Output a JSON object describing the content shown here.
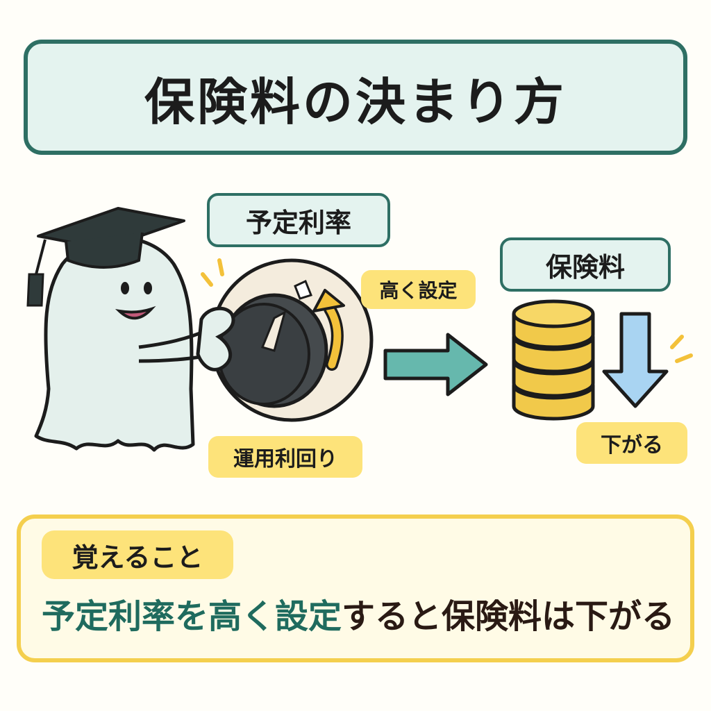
{
  "title": "保険料の決まり方",
  "labels": {
    "yotei_riritsu": "予定利率",
    "hokenryo": "保険料",
    "takaku_settei": "高く設定",
    "unyo_rimawari": "運用利回り",
    "sagaru": "下がる"
  },
  "memo": {
    "heading": "覚えること",
    "accent_text": "予定利率を高く設定",
    "rest_text": "すると保険料は下がる"
  },
  "icons": [
    "ghost-graduate",
    "dial-knob",
    "rising-arrow",
    "right-arrow",
    "coin-stack",
    "down-arrow",
    "sparkle"
  ],
  "colors": {
    "teal_dark": "#2e6f64",
    "teal_light": "#e4f3ef",
    "arrow_teal": "#66b8ad",
    "yellow": "#fde37a",
    "gold": "#f1c94a",
    "blue": "#a9d4f2"
  }
}
